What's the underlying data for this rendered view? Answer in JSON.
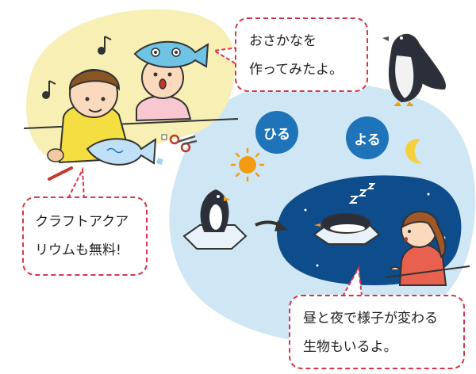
{
  "bubbles": {
    "craft": {
      "lines": [
        "クラフトアクア",
        "リウムも無料!"
      ]
    },
    "made": {
      "lines": [
        "おさかなを",
        "作ってみたよ。"
      ]
    },
    "change": {
      "lines": [
        "昼と夜で様子が変わる",
        "生物もいるよ。"
      ]
    }
  },
  "badges": {
    "day": "ひる",
    "night": "よる"
  },
  "colors": {
    "bubble_border": "#d9344a",
    "badge_blue": "#1f73b8",
    "craft_background": "#f7efb4",
    "aquarium_blue": "#cfe7f5",
    "night_tank": "#0e4c8c"
  },
  "icons": [
    "music-note-icon",
    "sun-icon",
    "moon-icon",
    "sparkle-icon",
    "arrow-right-icon",
    "sleep-zzz-icon"
  ]
}
